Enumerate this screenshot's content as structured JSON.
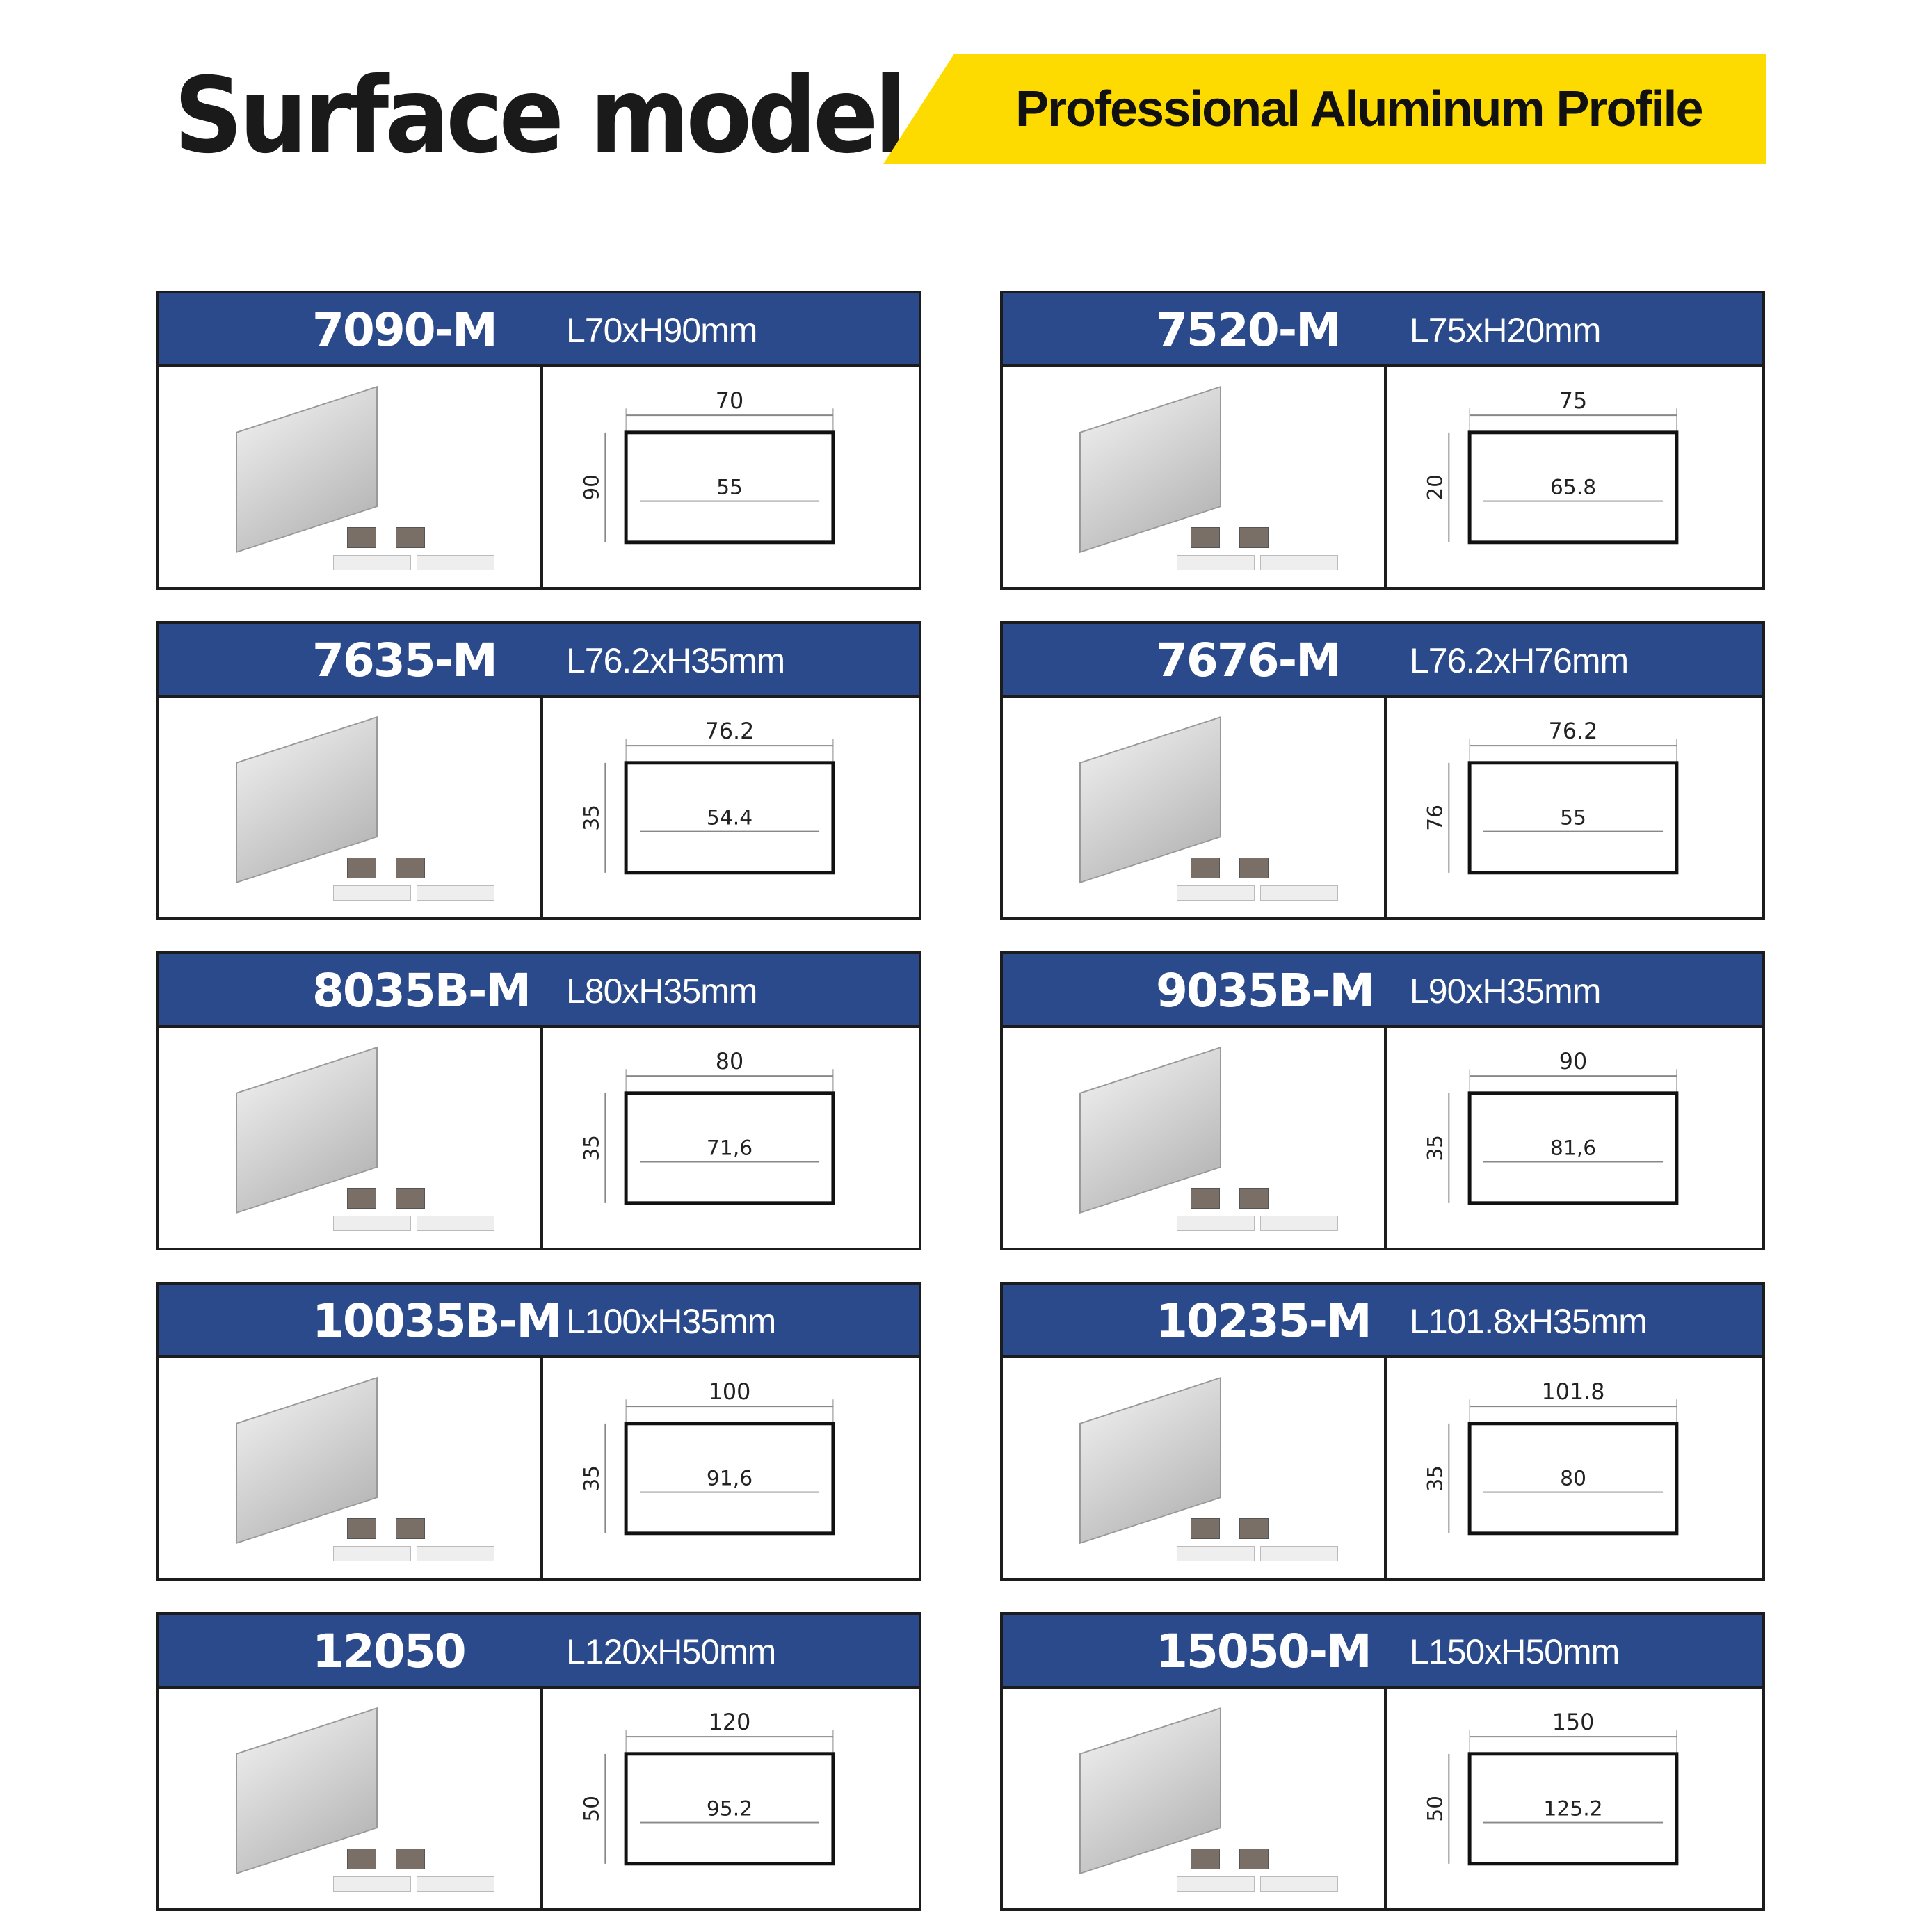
{
  "header": {
    "title": "Surface model",
    "banner": "Professional Aluminum Profile"
  },
  "colors": {
    "banner": "#fddb00",
    "card_header": "#2b4a8b"
  },
  "cards": [
    {
      "model": "7090-M",
      "dims": "L70xH90mm",
      "width_label": "70",
      "inner_label": "55",
      "height_label": "90"
    },
    {
      "model": "7520-M",
      "dims": "L75xH20mm",
      "width_label": "75",
      "inner_label": "65.8",
      "height_label": "20"
    },
    {
      "model": "7635-M",
      "dims": "L76.2xH35mm",
      "width_label": "76.2",
      "inner_label": "54.4",
      "height_label": "35"
    },
    {
      "model": "7676-M",
      "dims": "L76.2xH76mm",
      "width_label": "76.2",
      "inner_label": "55",
      "height_label": "76"
    },
    {
      "model": "8035B-M",
      "dims": "L80xH35mm",
      "width_label": "80",
      "inner_label": "71,6",
      "height_label": "35"
    },
    {
      "model": "9035B-M",
      "dims": "L90xH35mm",
      "width_label": "90",
      "inner_label": "81,6",
      "height_label": "35"
    },
    {
      "model": "10035B-M",
      "dims": "L100xH35mm",
      "width_label": "100",
      "inner_label": "91,6",
      "height_label": "35"
    },
    {
      "model": "10235-M",
      "dims": "L101.8xH35mm",
      "width_label": "101.8",
      "inner_label": "80",
      "height_label": "35"
    },
    {
      "model": "12050",
      "dims": "L120xH50mm",
      "width_label": "120",
      "inner_label": "95.2",
      "height_label": "50"
    },
    {
      "model": "15050-M",
      "dims": "L150xH50mm",
      "width_label": "150",
      "inner_label": "125.2",
      "height_label": "50"
    }
  ]
}
